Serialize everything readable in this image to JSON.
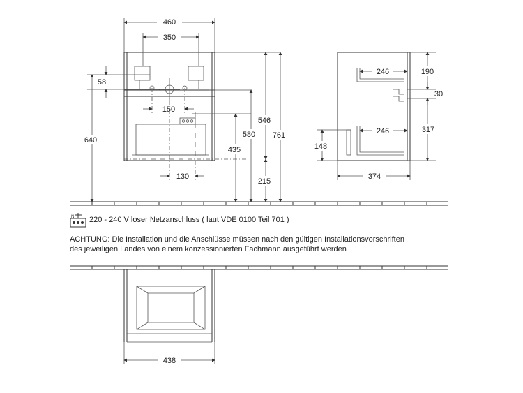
{
  "dimensions": {
    "front": {
      "width_total": "460",
      "width_inner": "350",
      "pipe_offset": "58",
      "height_total": "640",
      "spacing_150": "150",
      "spacing_130": "130",
      "height_546": "546",
      "height_580": "580",
      "height_435": "435",
      "height_215": "215",
      "height_761": "761"
    },
    "side": {
      "shelf_top": "246",
      "shelf_bottom": "246",
      "top_gap": "190",
      "mid_gap": "30",
      "lower_height": "317",
      "left_height": "148",
      "depth": "374"
    },
    "bottom_view": {
      "width": "438"
    }
  },
  "notes": {
    "electrical": "220 - 240 V loser Netzanschluss ( laut VDE 0100 Teil 701 )",
    "warning_line1": "ACHTUNG: Die Installation und die Anschlüsse müssen nach den gültigen Installationsvorschriften",
    "warning_line2": "des jeweiligen Landes von einem konzessionierten Fachmann ausgeführt werden"
  },
  "icons": {
    "electrical": "power-socket-icon"
  }
}
